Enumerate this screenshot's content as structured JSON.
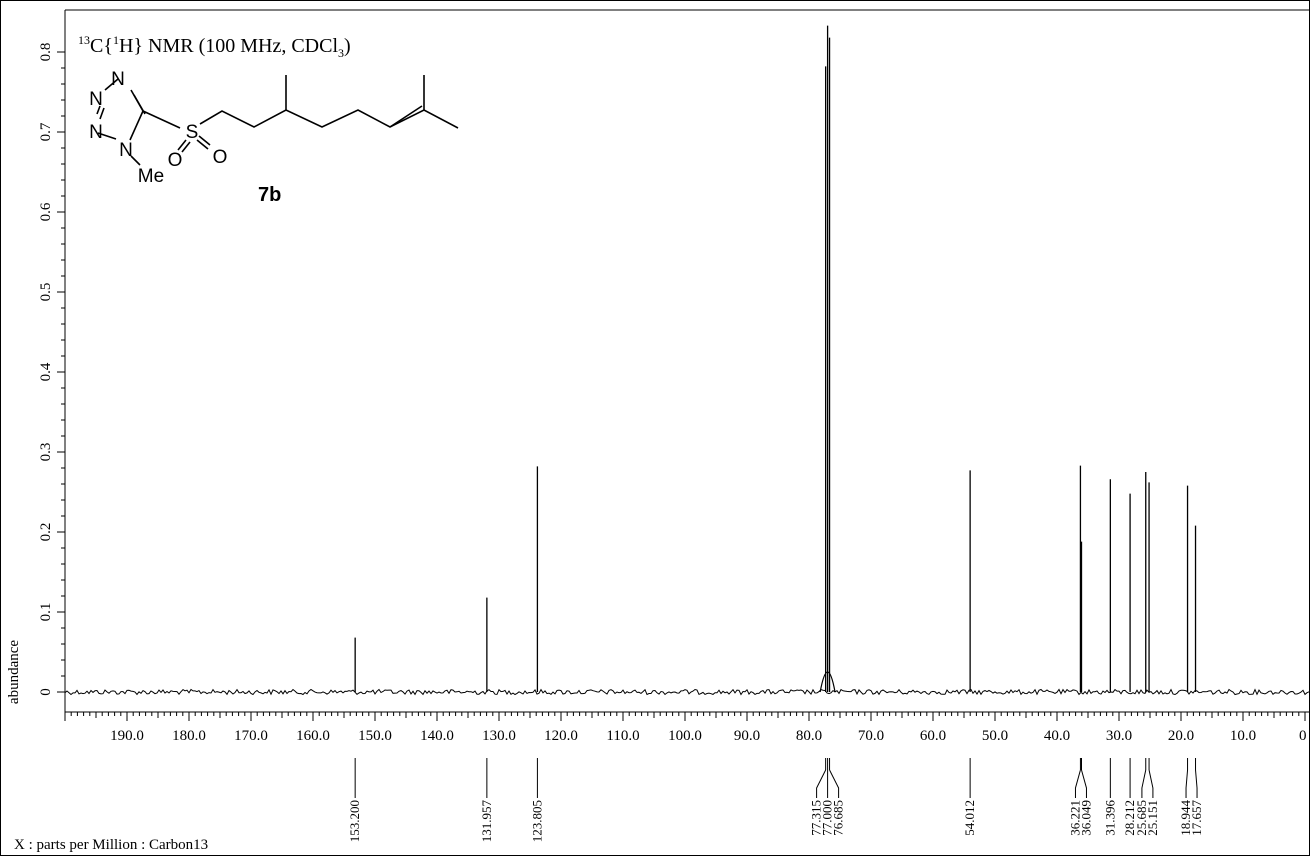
{
  "chart_data": {
    "type": "line",
    "title_parts": {
      "iso": "13",
      "a": "C{",
      "hiso": "1",
      "b": "H} NMR (100 MHz, CDCl",
      "sub": "3",
      "c": ")"
    },
    "compound_label": "7b",
    "structure_text": {
      "n1": "N",
      "n2": "N",
      "n3": "N",
      "n4": "N",
      "s": "S",
      "o1": "O",
      "o2": "O",
      "me": "Me"
    },
    "xlabel": "X : parts per Million : Carbon13",
    "ylabel": "abundance",
    "xlim": [
      200.0,
      0.0
    ],
    "ylim": [
      -0.02,
      0.84
    ],
    "x_tick_labels": [
      "190.0",
      "180.0",
      "170.0",
      "160.0",
      "150.0",
      "140.0",
      "130.0",
      "120.0",
      "110.0",
      "100.0",
      "90.0",
      "80.0",
      "70.0",
      "60.0",
      "50.0",
      "40.0",
      "30.0",
      "20.0",
      "10.0",
      "0"
    ],
    "x_tick_values": [
      190,
      180,
      170,
      160,
      150,
      140,
      130,
      120,
      110,
      100,
      90,
      80,
      70,
      60,
      50,
      40,
      30,
      20,
      10,
      0
    ],
    "y_tick_labels": [
      "0",
      "0.1",
      "0.2",
      "0.3",
      "0.4",
      "0.5",
      "0.6",
      "0.7",
      "0.8"
    ],
    "y_tick_values": [
      0,
      0.1,
      0.2,
      0.3,
      0.4,
      0.5,
      0.6,
      0.7,
      0.8
    ],
    "peaks": [
      {
        "x": 153.2,
        "y": 0.068
      },
      {
        "x": 131.957,
        "y": 0.118
      },
      {
        "x": 123.805,
        "y": 0.282
      },
      {
        "x": 77.315,
        "y": 0.782
      },
      {
        "x": 77.0,
        "y": 0.833
      },
      {
        "x": 76.685,
        "y": 0.818
      },
      {
        "x": 54.012,
        "y": 0.277
      },
      {
        "x": 36.221,
        "y": 0.283
      },
      {
        "x": 36.049,
        "y": 0.188
      },
      {
        "x": 31.396,
        "y": 0.266
      },
      {
        "x": 28.212,
        "y": 0.248
      },
      {
        "x": 25.685,
        "y": 0.275
      },
      {
        "x": 25.151,
        "y": 0.262
      },
      {
        "x": 18.944,
        "y": 0.258
      },
      {
        "x": 17.657,
        "y": 0.208
      }
    ],
    "peak_labels": [
      {
        "text": "153.200",
        "ppms": [
          153.2
        ]
      },
      {
        "text": "131.957",
        "ppms": [
          131.957
        ]
      },
      {
        "text": "123.805",
        "ppms": [
          123.805
        ]
      },
      {
        "text": "77.315",
        "ppms": [
          77.315
        ]
      },
      {
        "text": "77.000",
        "ppms": [
          77.0
        ]
      },
      {
        "text": "76.685",
        "ppms": [
          76.685
        ]
      },
      {
        "text": "54.012",
        "ppms": [
          54.012
        ]
      },
      {
        "text": "36.221",
        "ppms": [
          36.221
        ]
      },
      {
        "text": "36.049",
        "ppms": [
          36.049
        ]
      },
      {
        "text": "31.396",
        "ppms": [
          31.396
        ]
      },
      {
        "text": "28.212",
        "ppms": [
          28.212
        ]
      },
      {
        "text": "25.685",
        "ppms": [
          25.685
        ]
      },
      {
        "text": "25.151",
        "ppms": [
          25.151
        ]
      },
      {
        "text": "18.944",
        "ppms": [
          18.944
        ]
      },
      {
        "text": "17.657",
        "ppms": [
          17.657
        ]
      }
    ],
    "grid": false,
    "line_color": "#000000"
  }
}
